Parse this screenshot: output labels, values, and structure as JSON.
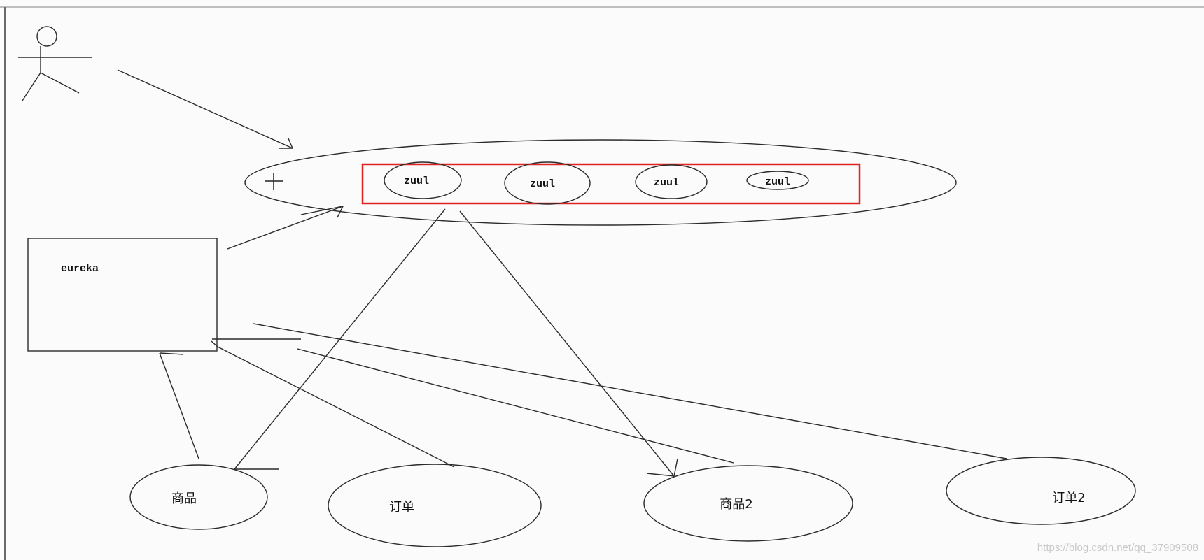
{
  "gateway": {
    "nodes": [
      {
        "label": "zuul"
      },
      {
        "label": "zuul"
      },
      {
        "label": "zuul"
      },
      {
        "label": "zuul"
      }
    ],
    "highlight_color": "#e02424"
  },
  "registry": {
    "label": "eureka"
  },
  "services": [
    {
      "label": "商品"
    },
    {
      "label": "订单"
    },
    {
      "label": "商品2"
    },
    {
      "label": "订单2"
    }
  ],
  "watermark": "https://blog.csdn.net/qq_37909508"
}
